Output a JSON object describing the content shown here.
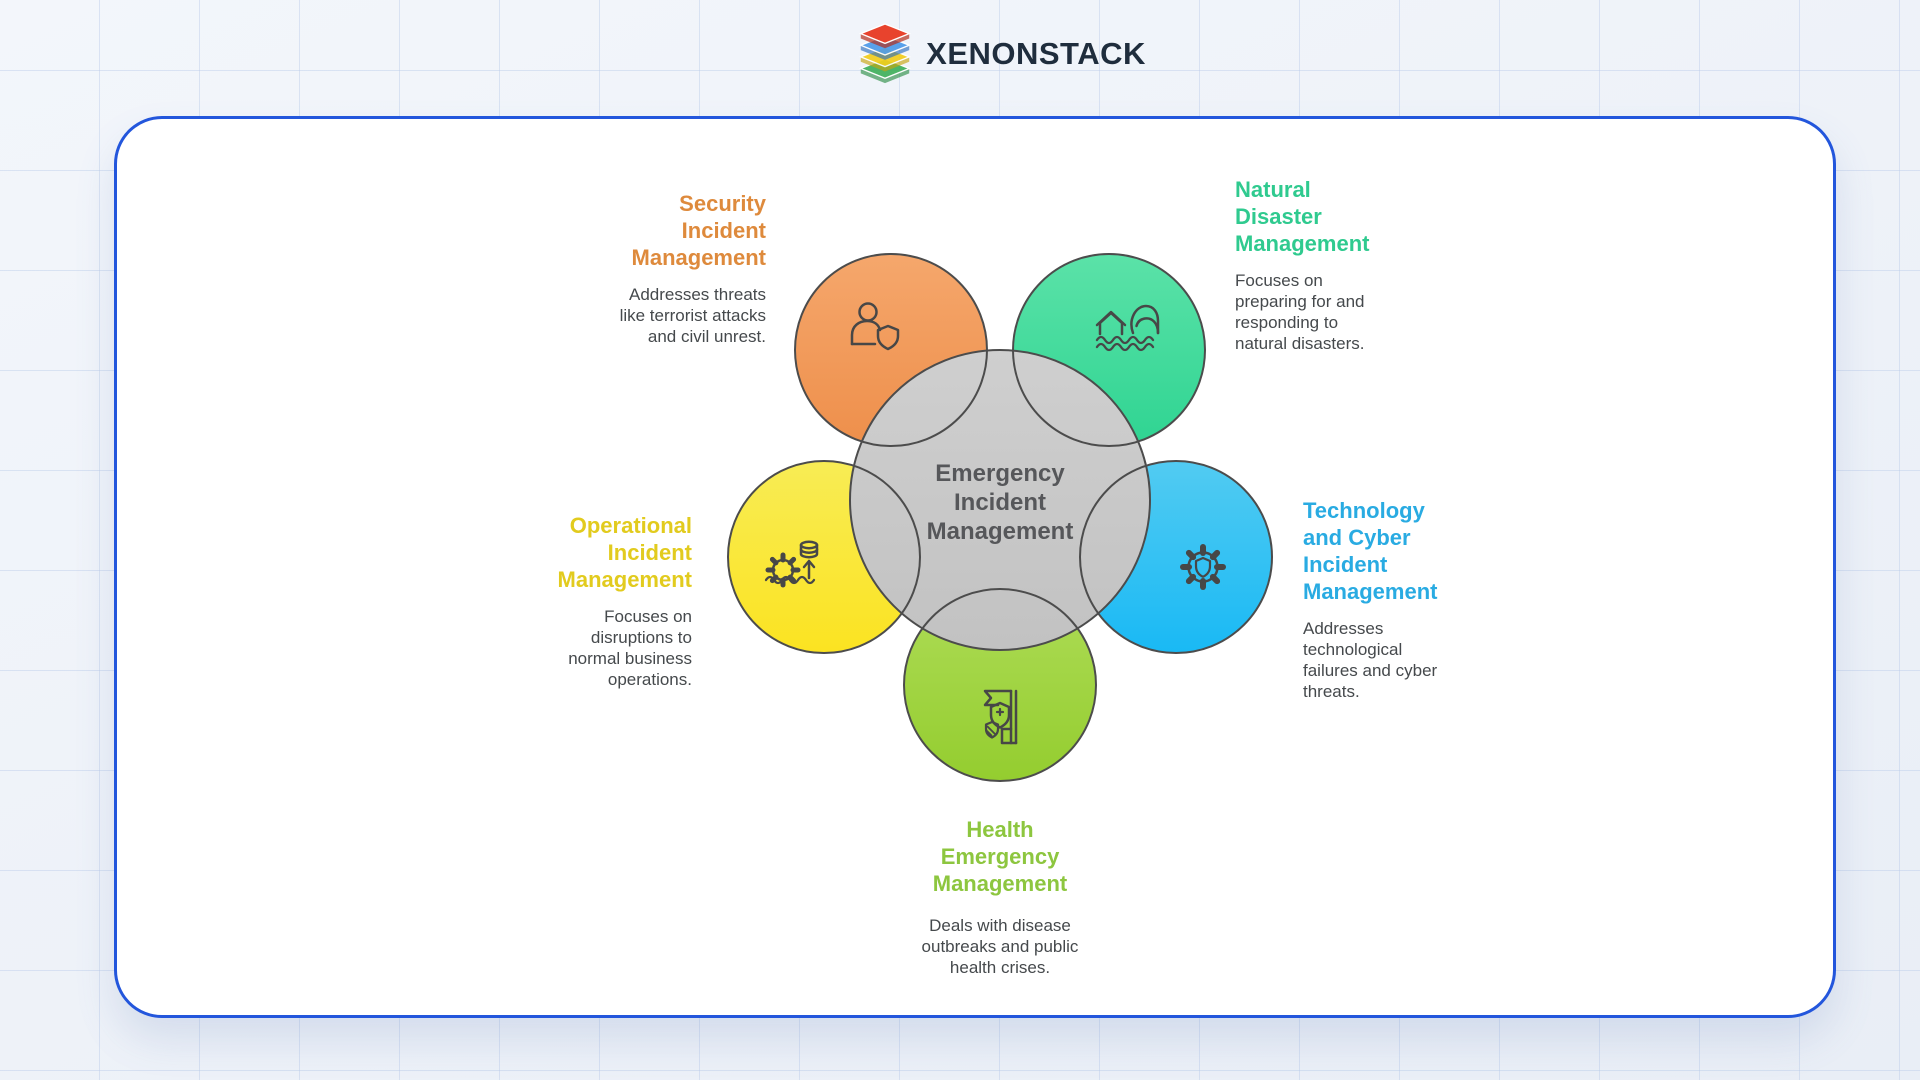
{
  "header": {
    "logo_text": "XENONSTACK",
    "logo_icon": "layer-stack-icon",
    "logo_layers": {
      "red": "#E8432D",
      "blue": "#4D9BEA",
      "yellow": "#F3CE1C",
      "green": "#41B05C"
    }
  },
  "palette": {
    "page_background": "#EDF1F8",
    "card_background": "#FFFFFF",
    "card_border": "#2356DC",
    "grid_line": "#BACBE9",
    "circle_stroke": "#4C4C4C",
    "icon_stroke": "#474747",
    "body_text": "#45494C",
    "center_text": "#56575A",
    "gray_top": "#CFCFCF",
    "gray_bottom": "#C2C2C2",
    "orange_top": "#F5A76C",
    "orange_bottom": "#EE8F4B",
    "green_top": "#5BE2A8",
    "green_bottom": "#2FD492",
    "yellow_top": "#F8EC55",
    "yellow_bottom": "#FBE321",
    "blue_top": "#52CBF2",
    "blue_bottom": "#19B9F4",
    "lime_top": "#AEDC57",
    "lime_bottom": "#94CD2F"
  },
  "diagram": {
    "center": {
      "label": "Emergency\nIncident\nManagement",
      "text_color": "#56575A",
      "fill": "#C8C8C8"
    },
    "nodes": [
      {
        "id": "security",
        "title": "Security\nIncident\nManagement",
        "title_color": "#DE8A3C",
        "description": "Addresses threats\nlike terrorist attacks\nand civil unrest.",
        "icon": "person-shield-icon",
        "circle_color": "#F09B55"
      },
      {
        "id": "natural-disaster",
        "title": "Natural\nDisaster\nManagement",
        "title_color": "#2FCA8F",
        "description": "Focuses on\npreparing for and\nresponding to\nnatural disasters.",
        "icon": "tsunami-house-icon",
        "circle_color": "#3ED99B"
      },
      {
        "id": "technology-cyber",
        "title": "Technology\nand Cyber\nIncident\nManagement",
        "title_color": "#29ABE2",
        "description": "Addresses\ntechnological\nfailures and cyber\nthreats.",
        "icon": "gear-shield-icon",
        "circle_color": "#33C1F2"
      },
      {
        "id": "health",
        "title": "Health\nEmergency\nManagement",
        "title_color": "#8DC63F",
        "description": "Deals with disease\noutbreaks and public\nhealth crises.",
        "icon": "health-flag-shield-icon",
        "circle_color": "#9FD33F"
      },
      {
        "id": "operational",
        "title": "Operational\nIncident\nManagement",
        "title_color": "#E2CB1E",
        "description": "Focuses on\ndisruptions to\nnormal business\noperations.",
        "icon": "gear-water-data-icon",
        "circle_color": "#F8E83B"
      }
    ]
  }
}
